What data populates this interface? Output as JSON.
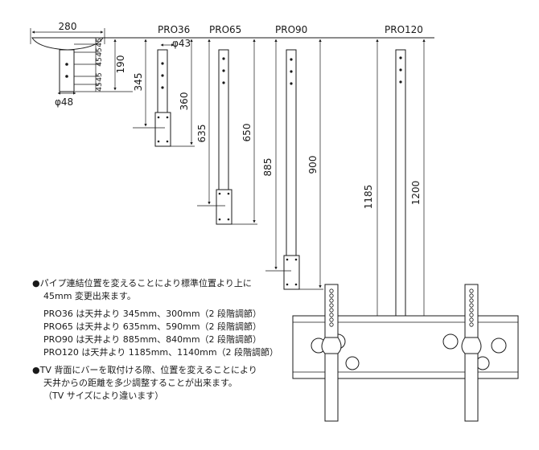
{
  "models": [
    {
      "name": "PRO36",
      "ceiling_length": "345",
      "bar_length": "360"
    },
    {
      "name": "PRO65",
      "ceiling_length": "635",
      "bar_length": "650"
    },
    {
      "name": "PRO90",
      "ceiling_length": "885",
      "bar_length": "900"
    },
    {
      "name": "PRO120",
      "ceiling_length": "1185",
      "bar_length": "1200"
    }
  ],
  "ceiling_plate": {
    "width": "280",
    "pipe_diameter": "φ48",
    "hole_diameter": "φ43",
    "pipe_length": "190",
    "hole_pitches": [
      "45",
      "45",
      "45",
      "45",
      "45"
    ]
  },
  "notes": {
    "note1_bullet": "●",
    "note1_line1": "パイプ連結位置を変えることにより標準位置より上に",
    "note1_line2": "45mm 変更出来ます。",
    "model_lines": [
      "PRO36 は天井より 345mm、300mm（2 段階調節）",
      "PRO65 は天井より 635mm、590mm（2 段階調節）",
      "PRO90 は天井より 885mm、840mm（2 段階調節）",
      "PRO120 は天井より 1185mm、1140mm（2 段階調節）"
    ],
    "note2_bullet": "●",
    "note2_line1": "TV 背面にバーを取付ける際、位置を変えることにより",
    "note2_line2": "天井からの距離を多少調整することが出来ます。",
    "note2_line3": "（TV サイズにより違います）"
  }
}
